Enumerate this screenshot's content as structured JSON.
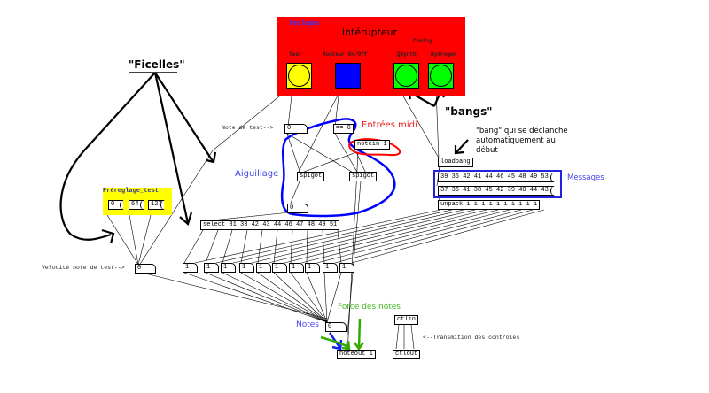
{
  "reglages": {
    "title": "Réglages",
    "config_label": "Config",
    "buttons": [
      {
        "label": "Test",
        "color": "#ffff00",
        "shape": "bang"
      },
      {
        "label": "Routeur On/Off",
        "color": "#0000ff",
        "shape": "toggle"
      },
      {
        "label": "QSynth",
        "color": "#00ff00",
        "shape": "bang"
      },
      {
        "label": "Hydrogen",
        "color": "#00ff00",
        "shape": "bang"
      }
    ],
    "bg_color": "#ff0000"
  },
  "annotations": {
    "interrupteur": "intérupteur",
    "ficelles": "\"Ficelles\"",
    "bangs": "\"bangs\"",
    "bang_desc_lines": [
      "\"bang\" qui se déclanche",
      "automatiquement au",
      "début"
    ],
    "entrees_midi": "Entrées midi",
    "aiguillage": "Aiguillage",
    "messages": "Messages",
    "force_des_notes": "Force des notes",
    "notes": "Notes"
  },
  "labels": {
    "note_de_test": "Note de test-->",
    "velocite_note_de_test": "Velocité note de test-->",
    "transmission": "<--Transmition des contrôles"
  },
  "prereglage": {
    "title": "Préreglage_test",
    "messages": [
      "0",
      "64",
      "127"
    ],
    "bg_color": "#ffff00"
  },
  "objects": {
    "note_test_num": "0",
    "eq_zero": "== 0",
    "notein": "notein 1",
    "spigot_left": "spigot",
    "spigot_right": "spigot",
    "aiguillage_num": "0",
    "loadbang": "loadbang",
    "message_1": "39 36 42 41 44 46 45 48 49 53",
    "message_2": "37 36 41 38 45 42 39 40 44 43",
    "unpack": "unpack i i i i i i i i i i",
    "select": "select 31 33 42 43 44 46 47 48 49 51",
    "velocite_num": "0",
    "number_boxes": [
      "1",
      "1",
      "1",
      "1",
      "1",
      "1",
      "1",
      "1",
      "1",
      "1"
    ],
    "notes_num": "0",
    "noteout": "noteout 1",
    "ctlin": "ctlin",
    "ctlout": "ctlout"
  },
  "colors": {
    "red": "#ff0000",
    "blue": "#0000ff",
    "green": "#33aa00",
    "annot_blue": "#4444ee",
    "annot_red": "#ee2222",
    "annot_green": "#44bb22"
  }
}
